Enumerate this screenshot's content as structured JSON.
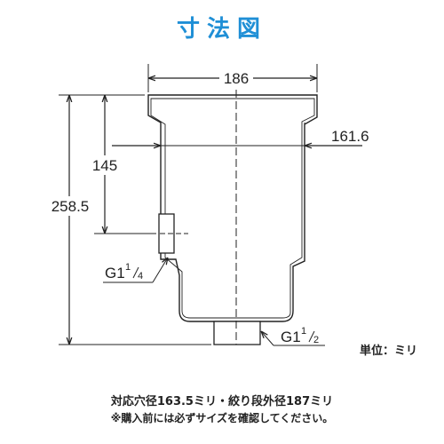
{
  "title": "寸法図",
  "dimensions": {
    "top_width": "186",
    "inner_width": "161.6",
    "total_height": "258.5",
    "side_height": "145"
  },
  "ports": {
    "side": {
      "prefix": "G1",
      "num": "1",
      "den": "4"
    },
    "bottom": {
      "prefix": "G1",
      "num": "1",
      "den": "2"
    }
  },
  "unit_label": "単位：ミリ",
  "notes": {
    "line1": "対応穴径163.5ミリ・絞り段外径187ミリ",
    "line2": "※購入前には必ずサイズを確認してください。"
  }
}
